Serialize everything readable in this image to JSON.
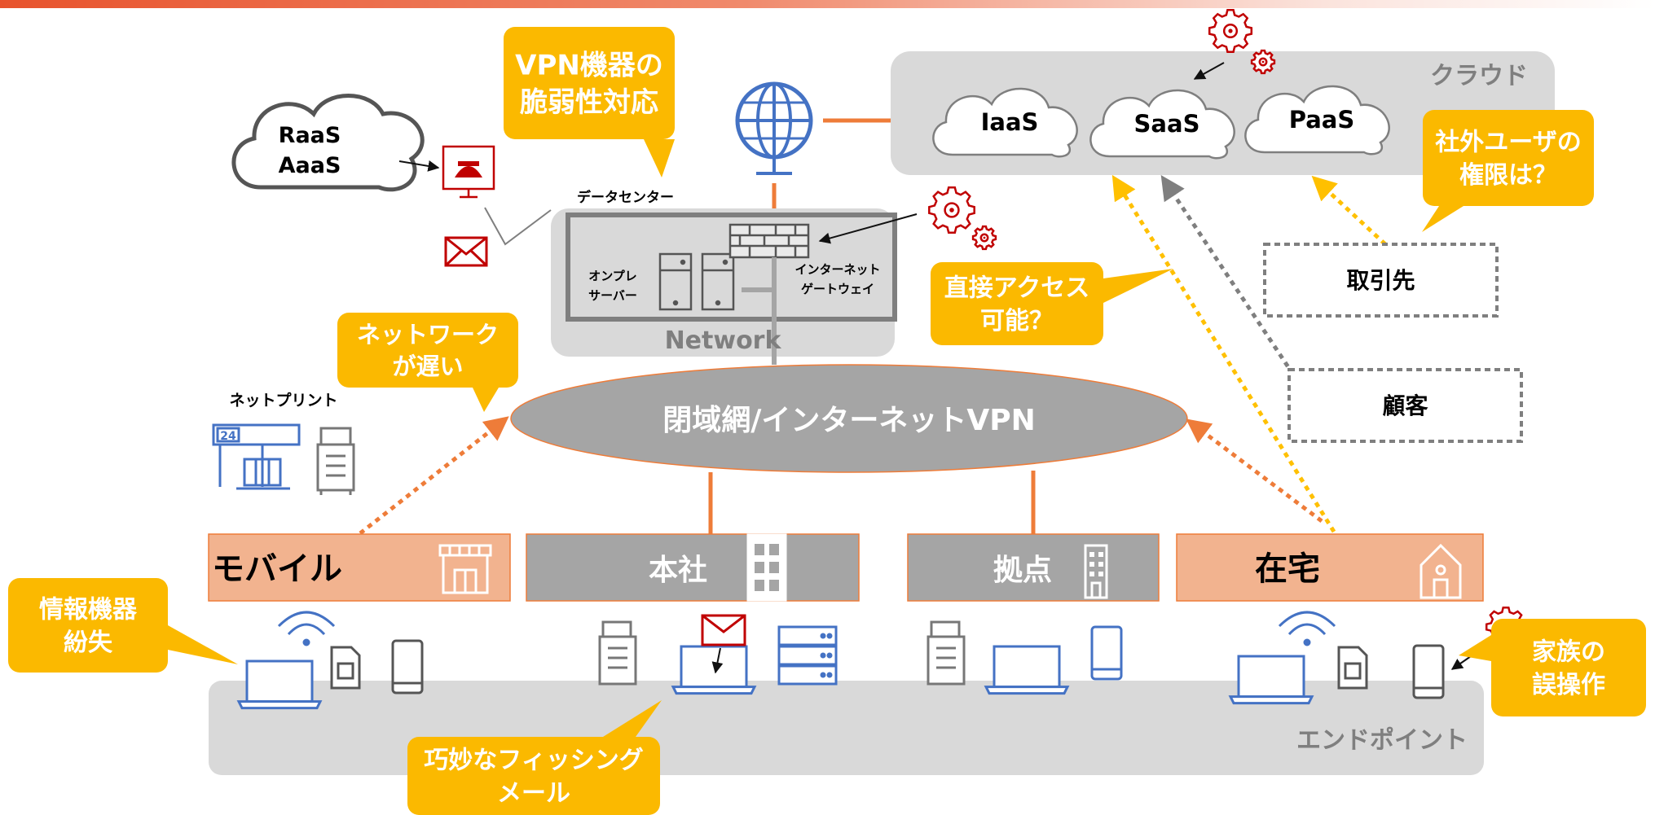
{
  "colors": {
    "orange": "#ee7c39",
    "callout": "#fbb900",
    "salmon": "#f2b38f",
    "gray_band": "#a5a5a5",
    "light_gray": "#d9d9d9",
    "blue": "#4472c4",
    "red": "#c00000",
    "yellow_dot": "#ffc000",
    "gray_dot": "#7f7f7f"
  },
  "cloud_area": {
    "label": "クラウド",
    "services": [
      "IaaS",
      "SaaS",
      "PaaS"
    ]
  },
  "raas_cloud": {
    "line1": "RaaS",
    "line2": "AaaS"
  },
  "datacenter": {
    "label": "データセンター",
    "onprem_line1": "オンプレ",
    "onprem_line2": "サーバー",
    "gateway_line1": "インターネット",
    "gateway_line2": "ゲートウェイ",
    "network_label": "Network"
  },
  "closed_network": {
    "label": "閉域網/インターネットVPN"
  },
  "netprint": {
    "label": "ネットプリント",
    "kiosk_number": "24"
  },
  "locations": [
    {
      "label": "モバイル",
      "icon": "shop-icon"
    },
    {
      "label": "本社",
      "icon": "building-icon"
    },
    {
      "label": "拠点",
      "icon": "tower-icon"
    },
    {
      "label": "在宅",
      "icon": "house-icon"
    }
  ],
  "endpoint": {
    "label": "エンドポイント"
  },
  "partners": [
    {
      "label": "取引先"
    },
    {
      "label": "顧客"
    }
  ],
  "callouts": {
    "vpn_vuln": [
      "VPN機器の",
      "脆弱性対応"
    ],
    "ext_user": [
      "社外ユーザの",
      "権限は？"
    ],
    "direct_access": [
      "直接アクセス",
      "可能？"
    ],
    "slow_network": [
      "ネットワーク",
      "が遅い"
    ],
    "device_loss": [
      "情報機器",
      "紛失"
    ],
    "phishing": [
      "巧妙なフィッシング",
      "メール"
    ],
    "family_misop": [
      "家族の",
      "誤操作"
    ]
  }
}
